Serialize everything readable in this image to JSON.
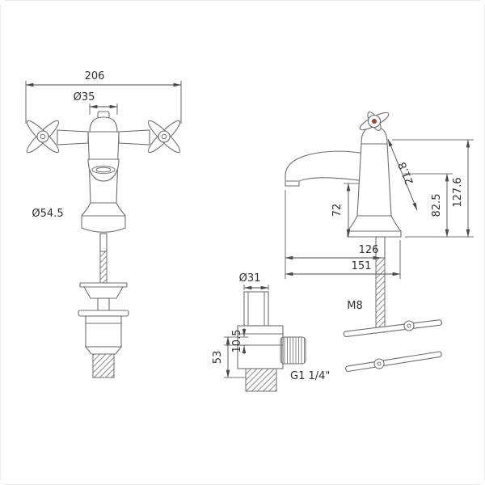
{
  "drawing": {
    "type": "technical-dimension-drawing",
    "subject": "basin mixer tap with pop-up waste, front view, side view and waste fitting",
    "front_view": {
      "overall_width": "206",
      "cartridge_dia": "Ø35",
      "base_dia": "Ø54.5"
    },
    "side_view": {
      "overall_height": "127.6",
      "spout_outlet_height": "82.5",
      "under_spout_height": "72",
      "handle_offset": "21.8",
      "spout_reach_center": "126",
      "overall_reach": "151",
      "fixing_stud_thread": "M8"
    },
    "waste_view": {
      "top_dia": "Ø31",
      "body_height": "53",
      "flange_height": "10.5",
      "outlet_thread": "G1 1/4\""
    },
    "colors": {
      "part_line": "#6e6e6e",
      "dim_line": "#4a4a4a",
      "text": "#2f2f2f",
      "handle_indice": "#a3402f",
      "background": "#ffffff"
    }
  }
}
